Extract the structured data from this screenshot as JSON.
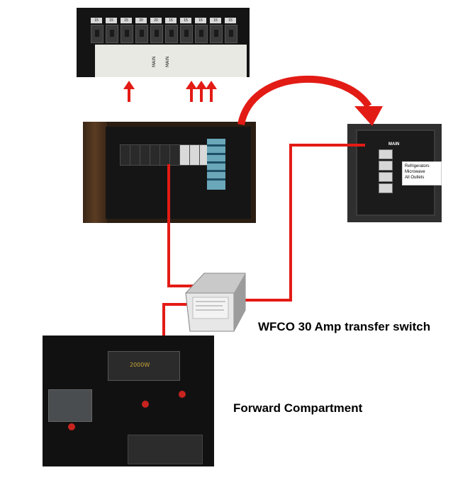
{
  "colors": {
    "wire": "#e31b15",
    "arrow": "#e31b15"
  },
  "top_panel": {
    "breaker_numbers": [
      "15",
      "15",
      "15",
      "20",
      "20",
      "15",
      "15",
      "15",
      "15",
      "15"
    ],
    "labels": [
      "",
      "",
      "",
      "",
      "MAIN",
      "MAIN",
      "",
      "",
      "",
      "",
      ""
    ]
  },
  "main_panel": {},
  "sub_panel": {
    "main_label": "MAIN",
    "legend": [
      "Refrigerators",
      "Microwave",
      "All Outlets"
    ]
  },
  "captions": {
    "transfer_switch": "WFCO 30 Amp transfer switch",
    "forward_compartment": "Forward Compartment"
  }
}
